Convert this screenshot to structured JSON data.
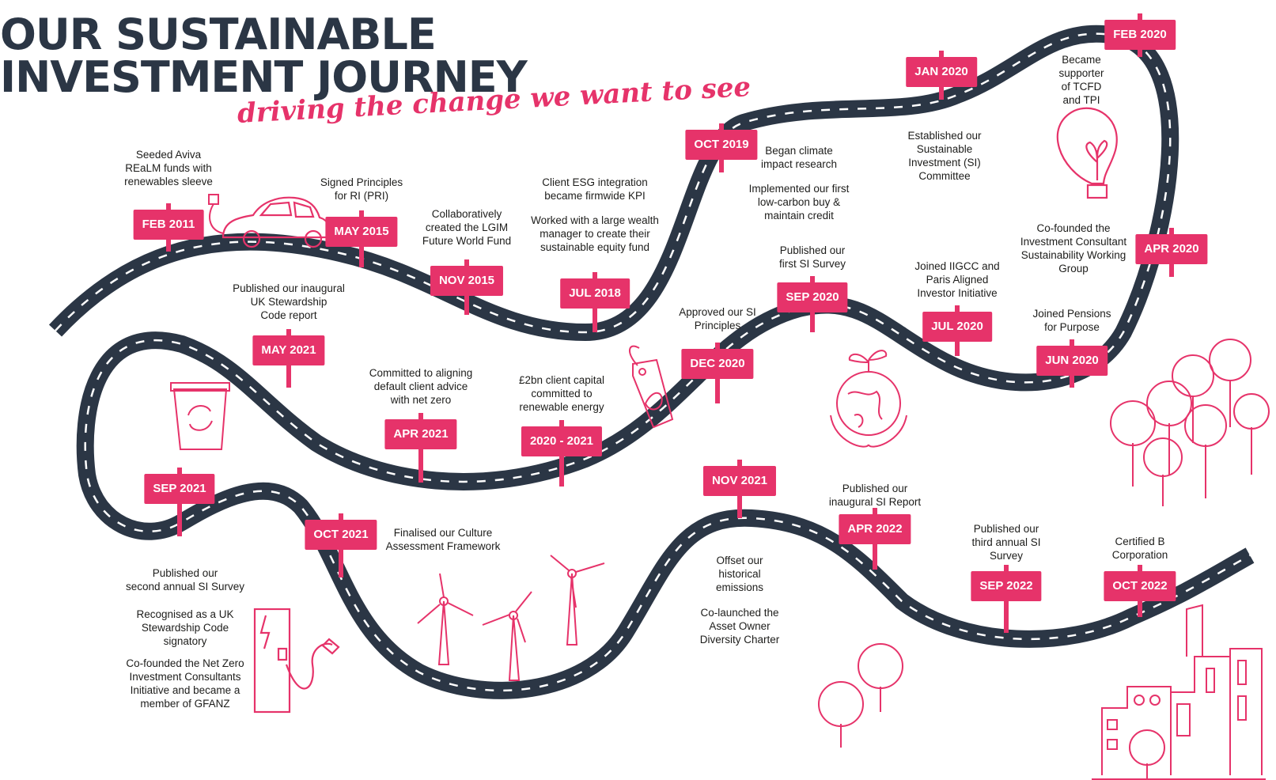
{
  "title_line1": "OUR SUSTAINABLE",
  "title_line2": "INVESTMENT JOURNEY",
  "subtitle": "driving the change we want to see",
  "colors": {
    "road": "#2b3645",
    "accent": "#e6336a",
    "text": "#1d1d1b"
  },
  "icons": [
    "car-icon",
    "plug-icon",
    "recycling-bin-icon",
    "price-tag-leaf-icon",
    "earth-in-hands-icon",
    "light-bulb-icon",
    "trees-icon",
    "wind-turbines-icon",
    "ev-charger-icon",
    "factory-icon"
  ],
  "milestones": [
    {
      "date": "FEB 2011",
      "notes": [
        "Seeded Aviva\nREaLM funds with\nrenewables sleeve"
      ]
    },
    {
      "date": "MAY 2015",
      "notes": [
        "Signed Principles\nfor RI (PRI)"
      ]
    },
    {
      "date": "NOV 2015",
      "notes": [
        "Collaboratively\ncreated the LGIM\nFuture World Fund"
      ]
    },
    {
      "date": "JUL 2018",
      "notes": [
        "Client ESG integration\nbecame firmwide KPI",
        "Worked with a large wealth\nmanager to create their\nsustainable equity fund"
      ]
    },
    {
      "date": "OCT 2019",
      "notes": [
        "Began climate\nimpact research",
        "Implemented our first\nlow-carbon buy &\nmaintain credit"
      ]
    },
    {
      "date": "JAN 2020",
      "notes": [
        "Established our\nSustainable\nInvestment (SI)\nCommittee"
      ]
    },
    {
      "date": "FEB 2020",
      "notes": [
        "Became\nsupporter\nof TCFD\nand TPI"
      ]
    },
    {
      "date": "APR 2020",
      "notes": [
        "Co-founded the\nInvestment Consultant\nSustainability Working\nGroup"
      ]
    },
    {
      "date": "JUN 2020",
      "notes": [
        "Joined Pensions\nfor Purpose"
      ]
    },
    {
      "date": "JUL 2020",
      "notes": [
        "Joined IIGCC and\nParis Aligned\nInvestor Initiative"
      ]
    },
    {
      "date": "SEP 2020",
      "notes": [
        "Published our\nfirst SI Survey"
      ]
    },
    {
      "date": "DEC 2020",
      "notes": [
        "Approved our SI\nPrinciples"
      ]
    },
    {
      "date": "2020 - 2021",
      "notes": [
        "£2bn client capital\ncommitted to\nrenewable energy"
      ]
    },
    {
      "date": "APR 2021",
      "notes": [
        "Committed to aligning\ndefault client advice\nwith net zero"
      ]
    },
    {
      "date": "MAY 2021",
      "notes": [
        "Published our inaugural\nUK Stewardship\nCode report"
      ]
    },
    {
      "date": "SEP 2021",
      "notes": [
        "Published our\nsecond annual SI Survey",
        "Recognised as a UK\nStewardship Code\nsignatory",
        "Co-founded the Net Zero\nInvestment Consultants\nInitiative and became a\nmember of GFANZ"
      ]
    },
    {
      "date": "OCT 2021",
      "notes": [
        "Finalised our Culture\nAssessment Framework"
      ]
    },
    {
      "date": "NOV 2021",
      "notes": [
        "Offset our\nhistorical\nemissions",
        "Co-launched the\nAsset Owner\nDiversity Charter"
      ]
    },
    {
      "date": "APR 2022",
      "notes": [
        "Published our\ninaugural SI Report"
      ]
    },
    {
      "date": "SEP 2022",
      "notes": [
        "Published our\nthird annual SI\nSurvey"
      ]
    },
    {
      "date": "OCT 2022",
      "notes": [
        "Certified B\nCorporation"
      ]
    }
  ]
}
